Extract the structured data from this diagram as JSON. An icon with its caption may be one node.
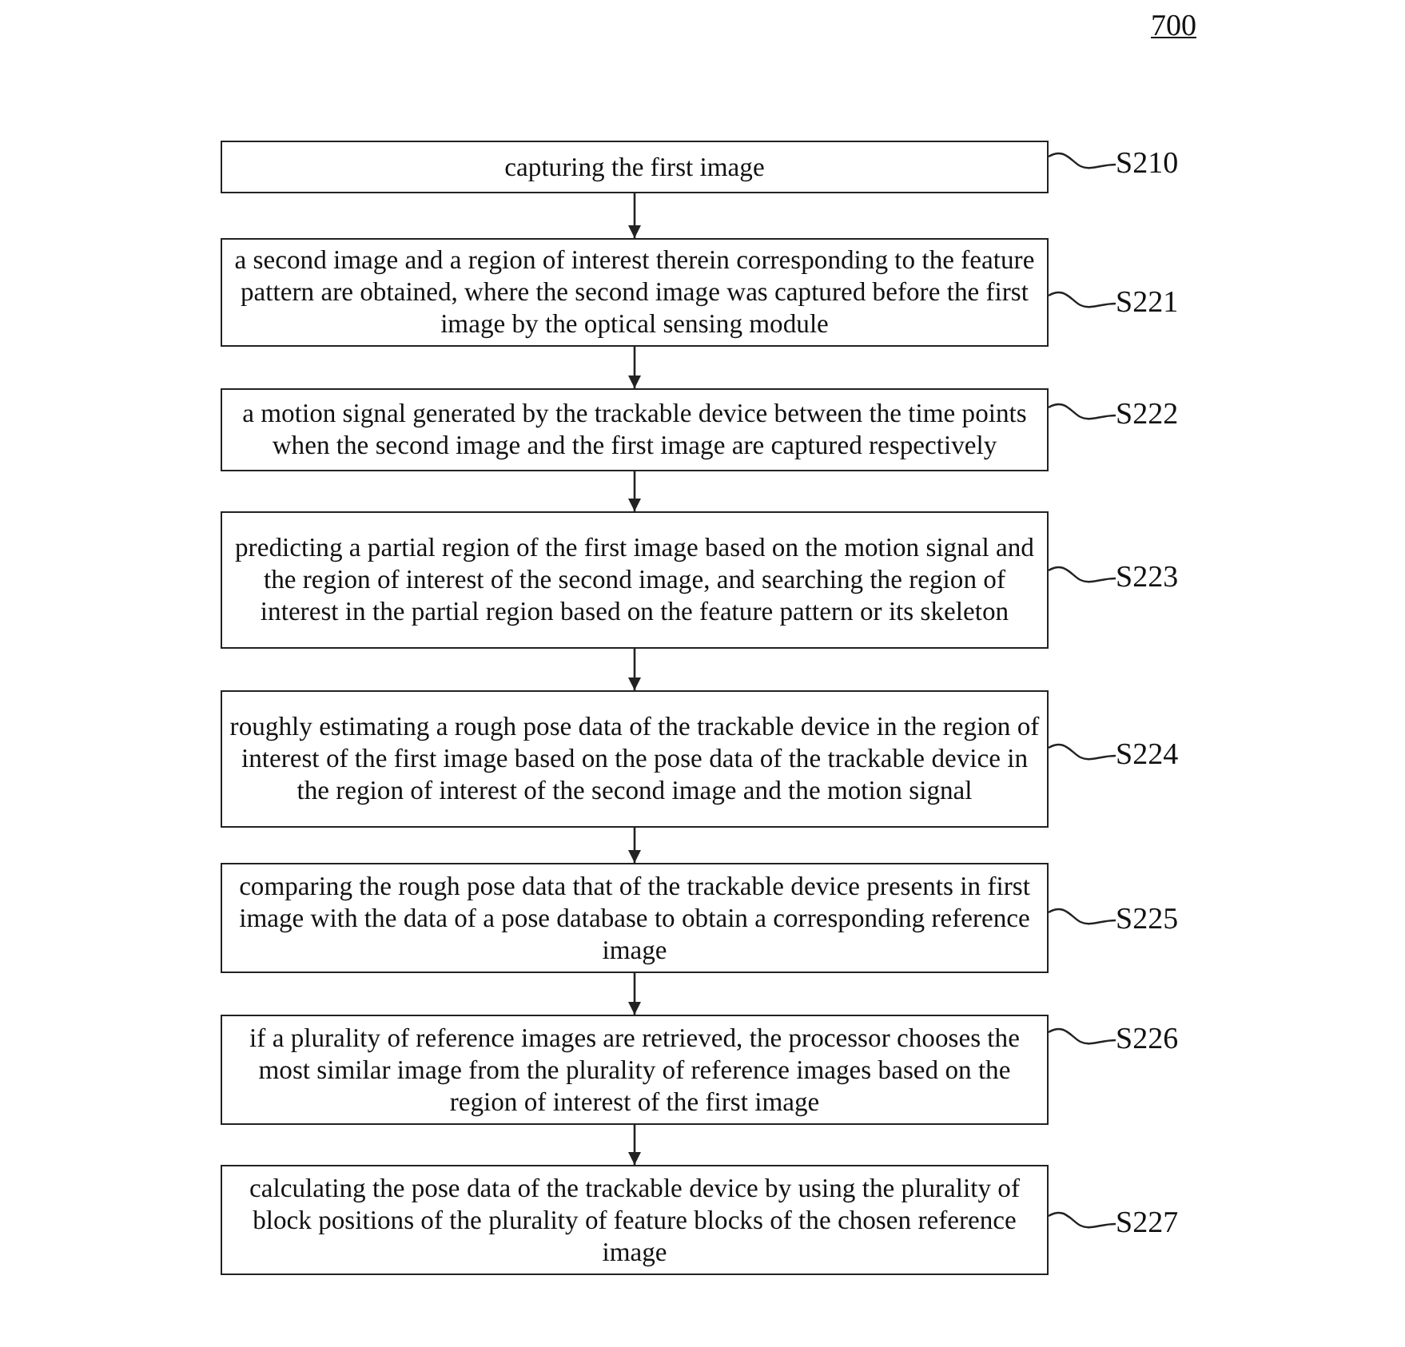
{
  "diagram": {
    "nodes": [
      {
        "text": [
          "capturing the first image"
        ]
      },
      {
        "text": [
          "a second image and a region of interest therein corresponding to the feature pattern are obtained, where the second image was captured before the first image by the optical sensing module"
        ]
      },
      {
        "text": [
          "a motion signal generated by the trackable device between the time points when the second image and the first image are captured respectively"
        ]
      },
      {
        "text": [
          "predicting a partial region of the first image based on the motion signal and the region of interest of the second image, and searching the region of interest in the partial region based on the feature pattern or its skeleton"
        ]
      },
      {
        "text": [
          "roughly estimating a rough pose data of the trackable device in the region of interest of the first image based on the pose data of the trackable device in the region of interest of the second image and the motion signal"
        ]
      },
      {
        "text": [
          "comparing the rough pose data that of the trackable device presents in first image with the data of a pose database to obtain a corresponding reference image"
        ]
      },
      {
        "text": [
          "if a plurality of reference images are retrieved, the processor chooses the most similar image from the plurality of reference images based on the region of interest of the first image"
        ]
      },
      {
        "text": [
          "calculating the pose data of the trackable device by using the plurality of block positions of the plurality of feature blocks of the chosen reference image"
        ]
      },
      {
        "text": [
          "S210"
        ]
      },
      {
        "text": [
          "S221"
        ]
      },
      {
        "text": [
          "S222"
        ]
      },
      {
        "text": [
          "S223"
        ]
      },
      {
        "text": [
          "S224"
        ]
      },
      {
        "text": [
          "S225"
        ]
      },
      {
        "text": [
          "S226"
        ]
      },
      {
        "text": [
          "S227"
        ]
      }
    ],
    "edges": [
      {
        "from": 0,
        "to": 1,
        "arrow": "to"
      },
      {
        "from": 1,
        "to": 2,
        "arrow": "to"
      },
      {
        "from": 2,
        "to": 3,
        "arrow": "to"
      },
      {
        "from": 3,
        "to": 4,
        "arrow": "to"
      },
      {
        "from": 4,
        "to": 5,
        "arrow": "to"
      },
      {
        "from": 5,
        "to": 6,
        "arrow": "to"
      },
      {
        "from": 6,
        "to": 7,
        "arrow": "to"
      },
      {
        "from": 8,
        "to": 0,
        "arrow": "none"
      },
      {
        "from": 9,
        "to": 1,
        "arrow": "none"
      },
      {
        "from": 10,
        "to": 2,
        "arrow": "none"
      },
      {
        "from": 11,
        "to": 3,
        "arrow": "none"
      },
      {
        "from": 12,
        "to": 4,
        "arrow": "none"
      },
      {
        "from": 13,
        "to": 5,
        "arrow": "none"
      },
      {
        "from": 14,
        "to": 6,
        "arrow": "none"
      },
      {
        "from": 15,
        "to": 7,
        "arrow": "none"
      }
    ],
    "labels": [
      "700"
    ]
  }
}
